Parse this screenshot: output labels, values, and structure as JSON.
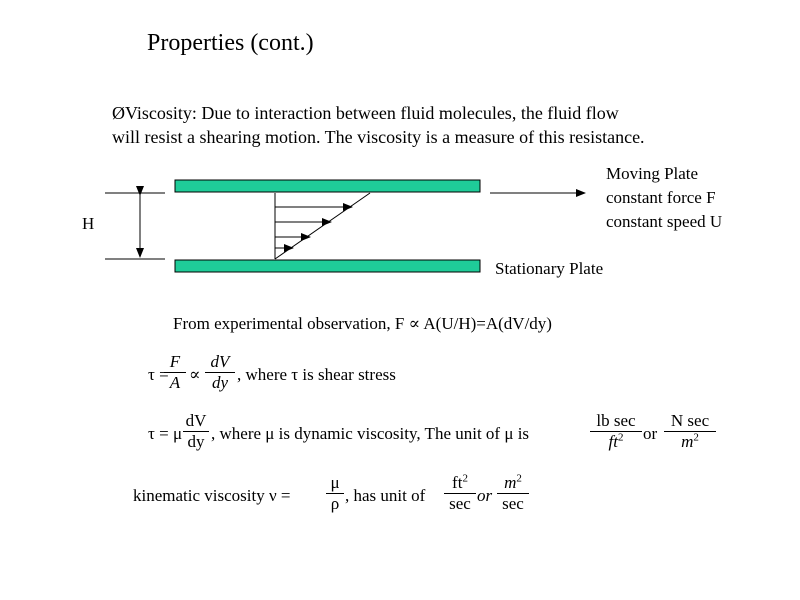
{
  "title": "Properties (cont.)",
  "bullet": {
    "marker": "Ø",
    "line1": "Viscosity: Due to interaction between fluid molecules, the fluid flow",
    "line2": "will resist a shearing motion.  The viscosity is a measure of this resistance."
  },
  "diagram": {
    "h_label": "H",
    "moving_plate": [
      "Moving Plate",
      "constant force F",
      "constant speed U"
    ],
    "stationary_plate": "Stationary Plate",
    "plate_color": "#1fcc99"
  },
  "observation": "From experimental observation, F ∝ A(U/H)=A(dV/dy)",
  "eq1": {
    "tau": "τ",
    "eq": "=",
    "F": "F",
    "A": "A",
    "prop": "∝",
    "dV": "dV",
    "dy": "dy",
    "where": ", where τ is shear stress"
  },
  "eq2": {
    "tau": "τ",
    "eq": "=",
    "mu": "μ",
    "dV": "dV",
    "dy": "dy",
    "where": ", where μ is dynamic viscosity, The unit of μ is",
    "u1_num": "lb sec",
    "u1_den": "ft",
    "u1_exp": "2",
    "or": "or",
    "u2_num": "N sec",
    "u2_den": "m",
    "u2_exp": "2"
  },
  "eq3": {
    "label": "kinematic viscosity",
    "nu": "ν",
    "eq": "=",
    "mu": "μ",
    "rho": "ρ",
    "has_unit": ", has unit of",
    "u1_num": "ft",
    "u1_exp": "2",
    "u1_den": "sec",
    "or": "or",
    "u2_num": "m",
    "u2_exp": "2",
    "u2_den": "sec"
  }
}
